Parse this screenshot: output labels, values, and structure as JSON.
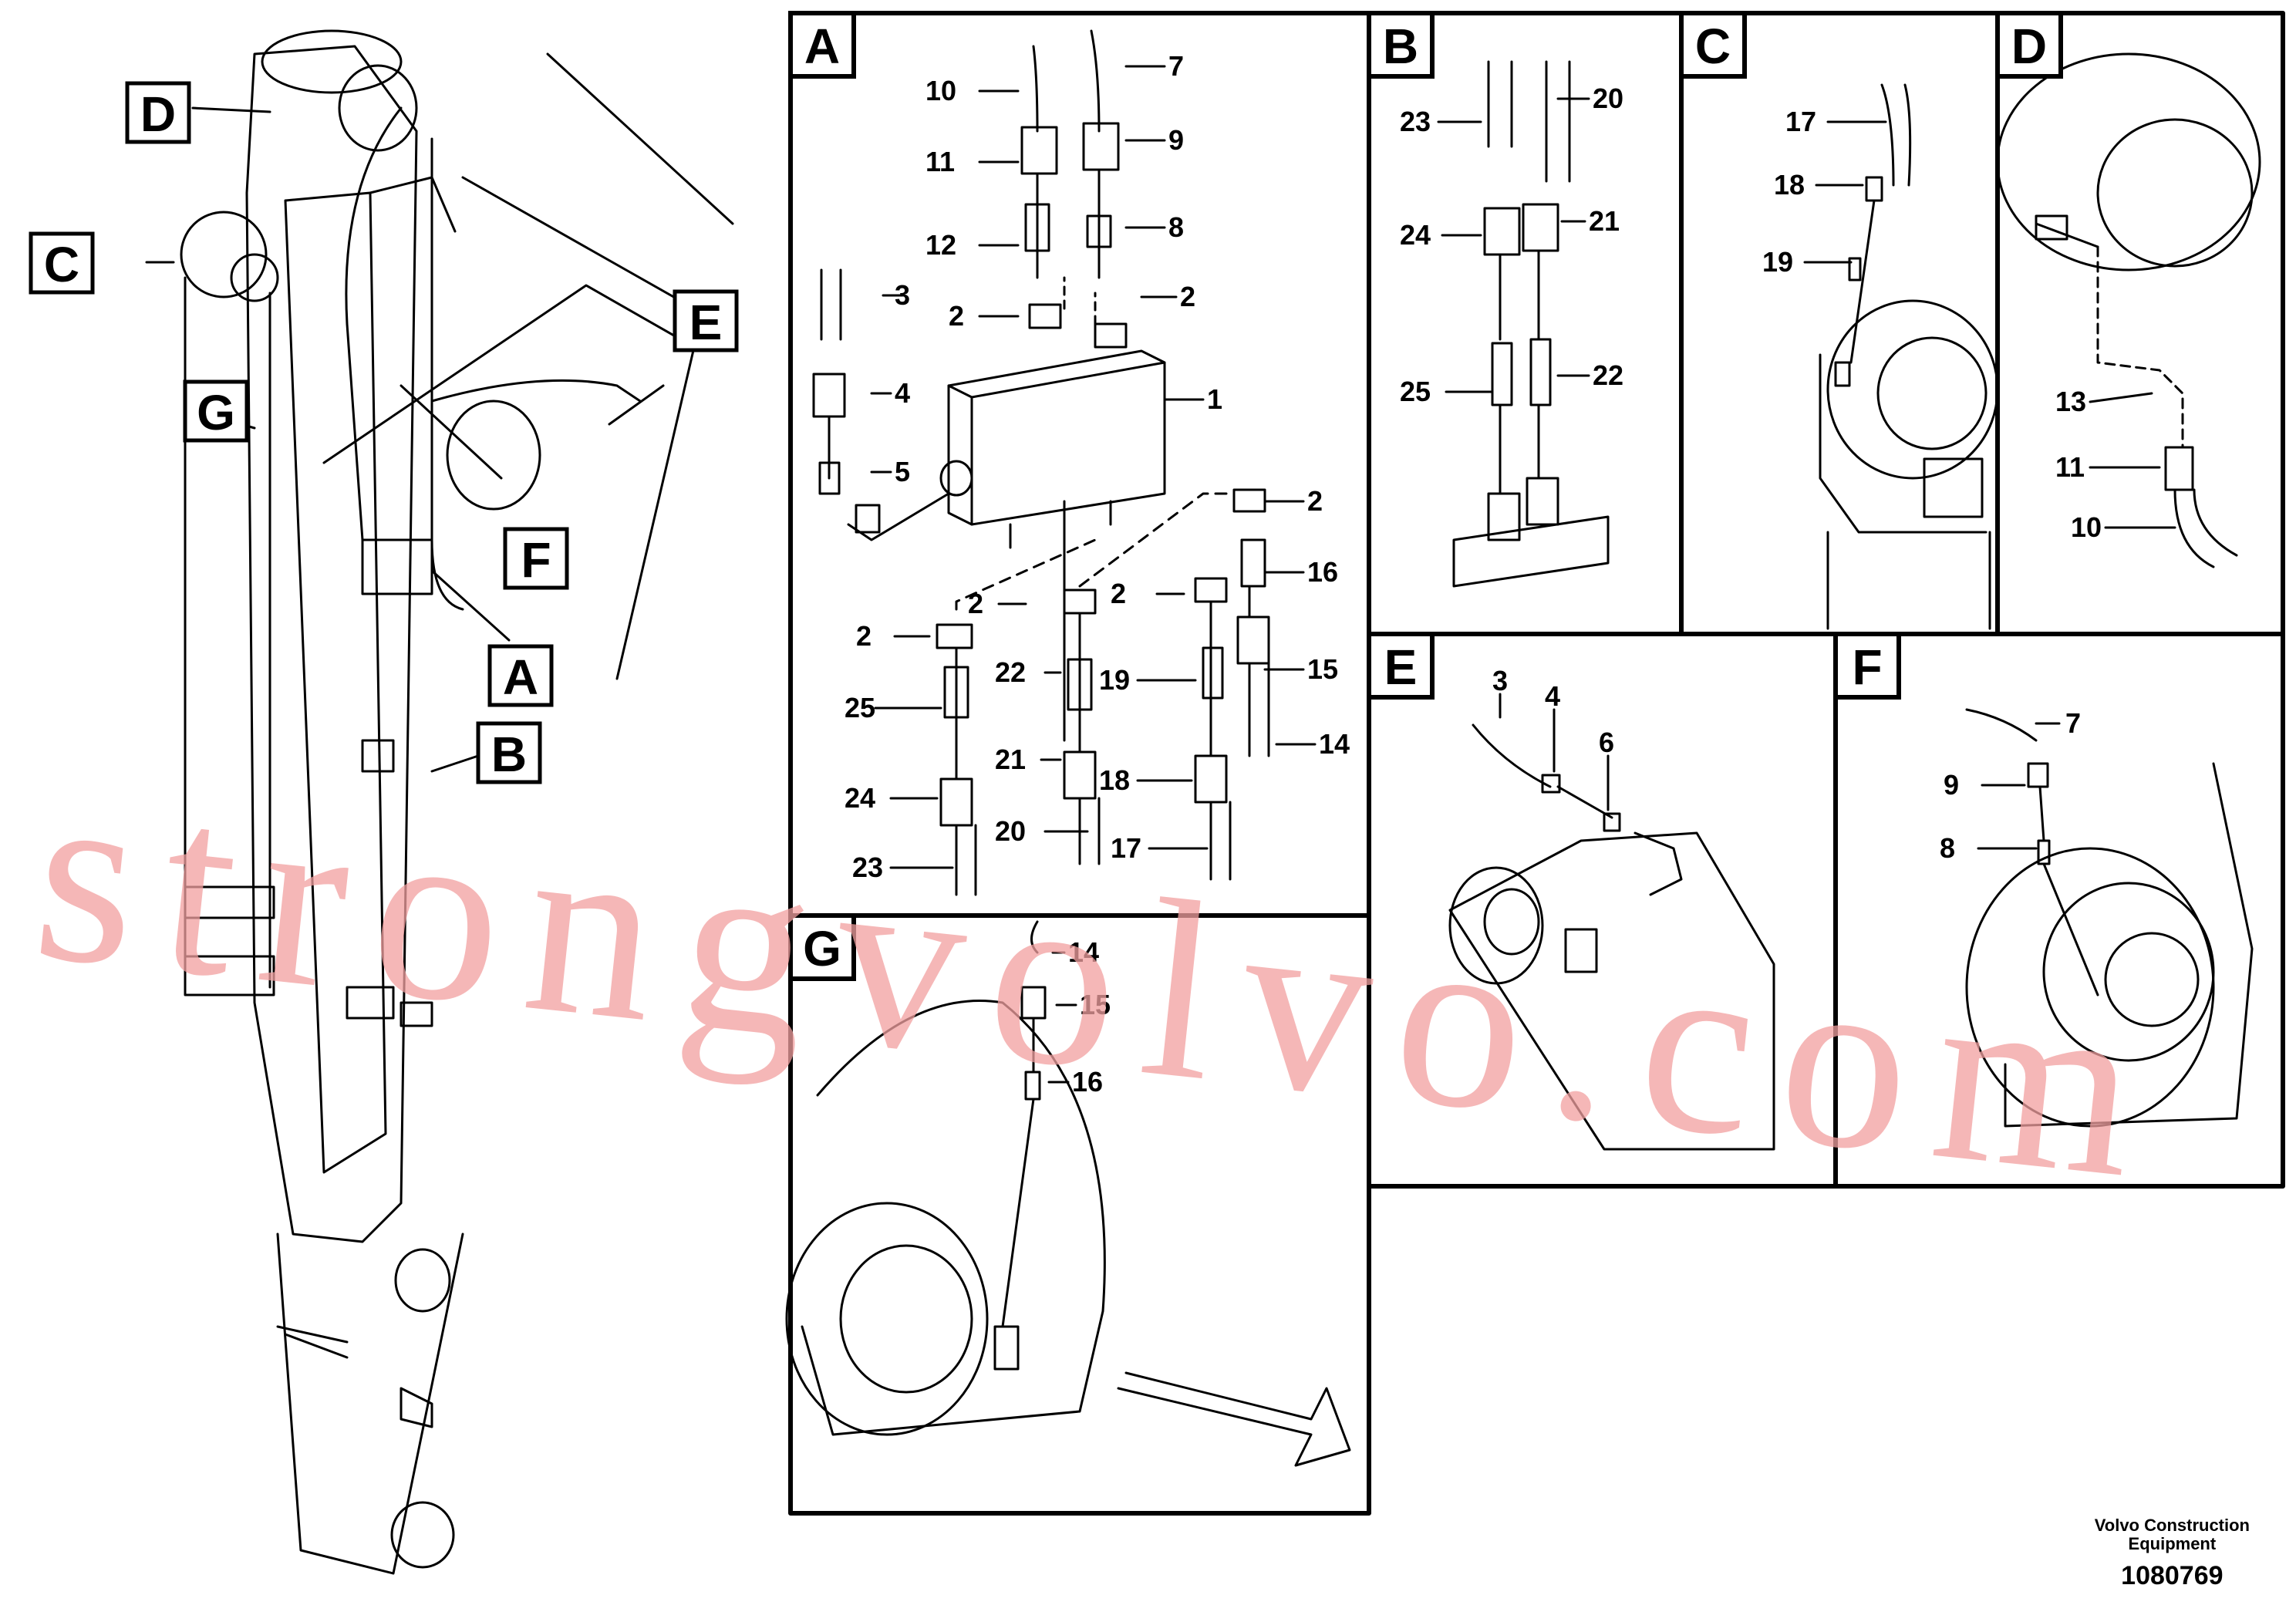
{
  "watermark": "strongvolvo.com",
  "footer": {
    "brand_line1": "Volvo Construction",
    "brand_line2": "Equipment",
    "ref": "1080769"
  },
  "callouts": {
    "A": "A",
    "B": "B",
    "C": "C",
    "D": "D",
    "E": "E",
    "F": "F",
    "G": "G"
  },
  "panel_A": [
    "10",
    "7",
    "11",
    "9",
    "12",
    "8",
    "3",
    "2",
    "2",
    "1",
    "4",
    "5",
    "2",
    "2",
    "16",
    "2",
    "2",
    "22",
    "19",
    "15",
    "25",
    "14",
    "21",
    "18",
    "24",
    "20",
    "17",
    "23"
  ],
  "panel_B": [
    "23",
    "20",
    "24",
    "21",
    "25",
    "22"
  ],
  "panel_C": [
    "17",
    "18",
    "19"
  ],
  "panel_D": [
    "13",
    "11",
    "10"
  ],
  "panel_E": [
    "3",
    "4",
    "6"
  ],
  "panel_F": [
    "7",
    "9",
    "8"
  ],
  "panel_G": [
    "14",
    "15",
    "16"
  ]
}
